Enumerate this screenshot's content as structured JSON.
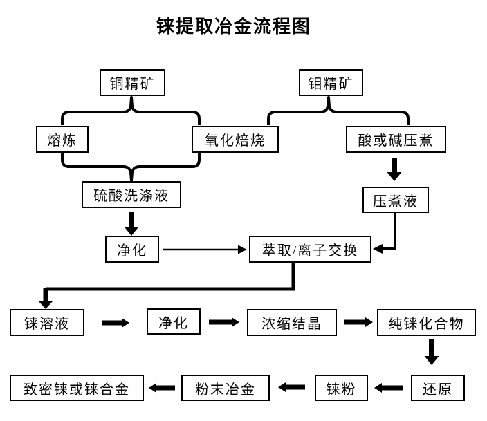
{
  "title": "铼提取冶金流程图",
  "colors": {
    "line": "#000000",
    "text": "#000000",
    "background": "#ffffff"
  },
  "nodes": {
    "copper_concentrate": {
      "label": "铜精矿"
    },
    "moly_concentrate": {
      "label": "钼精矿"
    },
    "smelting": {
      "label": "熔炼"
    },
    "oxidation_roasting": {
      "label": "氧化焙烧"
    },
    "acid_alkali_pressure_leach": {
      "label": "酸或碱压煮"
    },
    "sulfuric_wash_liquid": {
      "label": "硫酸洗涤液"
    },
    "pressure_leach_liquid": {
      "label": "压煮液"
    },
    "purification_1": {
      "label": "净化"
    },
    "extraction_ion_exchange": {
      "label": "萃取/离子交换"
    },
    "rhenium_solution": {
      "label": "铼溶液"
    },
    "purification_2": {
      "label": "净化"
    },
    "concentration_crystallization": {
      "label": "浓缩结晶"
    },
    "pure_rhenium_compound": {
      "label": "纯铼化合物"
    },
    "reduction": {
      "label": "还原"
    },
    "rhenium_powder": {
      "label": "铼粉"
    },
    "powder_metallurgy": {
      "label": "粉末冶金"
    },
    "dense_rhenium_alloy": {
      "label": "致密铼或铼合金"
    }
  },
  "edges": [
    {
      "from": "copper_concentrate",
      "to": [
        "smelting",
        "oxidation_roasting"
      ],
      "type": "brace-split"
    },
    {
      "from": "moly_concentrate",
      "to": [
        "oxidation_roasting",
        "acid_alkali_pressure_leach"
      ],
      "type": "brace-split"
    },
    {
      "from": [
        "smelting",
        "oxidation_roasting"
      ],
      "to": "sulfuric_wash_liquid",
      "type": "brace-merge"
    },
    {
      "from": "acid_alkali_pressure_leach",
      "to": "pressure_leach_liquid",
      "type": "block-arrow-down"
    },
    {
      "from": "sulfuric_wash_liquid",
      "to": "purification_1",
      "type": "block-arrow-down"
    },
    {
      "from": "purification_1",
      "to": "extraction_ion_exchange",
      "type": "thin-arrow-right"
    },
    {
      "from": "pressure_leach_liquid",
      "to": "extraction_ion_exchange",
      "type": "elbow-arrow-left"
    },
    {
      "from": "extraction_ion_exchange",
      "to": "rhenium_solution",
      "type": "elbow-arrow-down"
    },
    {
      "from": "rhenium_solution",
      "to": "purification_2",
      "type": "block-arrow-right"
    },
    {
      "from": "purification_2",
      "to": "concentration_crystallization",
      "type": "block-arrow-right"
    },
    {
      "from": "concentration_crystallization",
      "to": "pure_rhenium_compound",
      "type": "block-arrow-right"
    },
    {
      "from": "pure_rhenium_compound",
      "to": "reduction",
      "type": "block-arrow-down"
    },
    {
      "from": "reduction",
      "to": "rhenium_powder",
      "type": "block-arrow-left"
    },
    {
      "from": "rhenium_powder",
      "to": "powder_metallurgy",
      "type": "block-arrow-left"
    },
    {
      "from": "powder_metallurgy",
      "to": "dense_rhenium_alloy",
      "type": "block-arrow-left"
    }
  ]
}
